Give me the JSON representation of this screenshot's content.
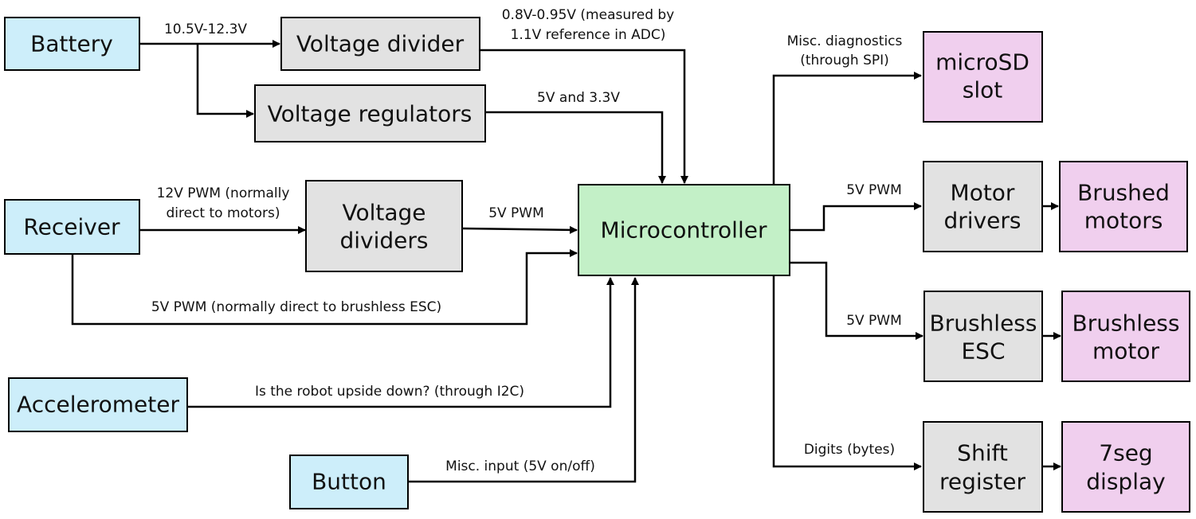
{
  "blocks": {
    "battery": "Battery",
    "voltage_divider": "Voltage divider",
    "voltage_regulators": "Voltage regulators",
    "receiver": "Receiver",
    "voltage_dividers_1": "Voltage",
    "voltage_dividers_2": "dividers",
    "accelerometer": "Accelerometer",
    "button": "Button",
    "microcontroller": "Microcontroller",
    "microsd_1": "microSD",
    "microsd_2": "slot",
    "motor_drivers_1": "Motor",
    "motor_drivers_2": "drivers",
    "brushed_motors_1": "Brushed",
    "brushed_motors_2": "motors",
    "brushless_esc_1": "Brushless",
    "brushless_esc_2": "ESC",
    "brushless_motor_1": "Brushless",
    "brushless_motor_2": "motor",
    "shift_register_1": "Shift",
    "shift_register_2": "register",
    "sevenseg_1": "7seg",
    "sevenseg_2": "display"
  },
  "labels": {
    "battery_voltage": "10.5V-12.3V",
    "adc_1": "0.8V-0.95V (measured by",
    "adc_2": "1.1V reference in ADC)",
    "regulated": "5V and 3.3V",
    "rx_pwm_1": "12V PWM (normally",
    "rx_pwm_2": "direct to motors)",
    "divided_pwm": "5V PWM",
    "esc_passthrough": "5V PWM (normally direct to brushless ESC)",
    "accel": "Is the robot upside down? (through I2C)",
    "button_input": "Misc. input (5V on/off)",
    "diag_1": "Misc. diagnostics",
    "diag_2": "(through SPI)",
    "motor_pwm": "5V PWM",
    "esc_pwm": "5V PWM",
    "digits": "Digits (bytes)"
  },
  "colors": {
    "input_block": "#cdeefa",
    "process_block": "#e2e2e2",
    "controller_block": "#c3f0c7",
    "output_block": "#f0cfee"
  }
}
